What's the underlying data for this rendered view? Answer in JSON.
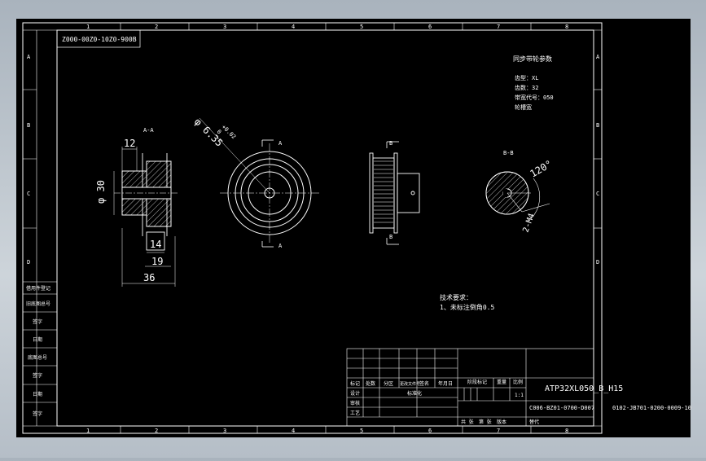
{
  "frame": {
    "top_numbers": [
      "1",
      "2",
      "3",
      "4",
      "5",
      "6",
      "7",
      "8"
    ],
    "bottom_numbers": [
      "1",
      "2",
      "3",
      "4",
      "5",
      "6",
      "7",
      "8"
    ],
    "left_letters": [
      "A",
      "B",
      "C",
      "D"
    ],
    "right_letters": [
      "A",
      "B",
      "C",
      "D"
    ]
  },
  "corner_code": "Z000-00Z0-10Z0-900B",
  "notes_title": "同步带轮参数",
  "notes_lines": [
    "齿型：XL",
    "齿数：32",
    "带宽代号：050",
    "轮槽宽"
  ],
  "tech_title": "技术要求：",
  "tech_line": "1、未标注倒角0.5",
  "section_aa": "A-A",
  "section_bb": "B-B",
  "dims": {
    "d12": "12",
    "d30": "φ 30",
    "d14": "14",
    "d19": "19",
    "d36": "36",
    "d635": "φ 6.35",
    "tol_upper": "+0.02",
    "tol_lower": "0",
    "angle": "120°",
    "m4": "2-M4"
  },
  "markers": {
    "a": "A",
    "b": "B"
  },
  "title_block": {
    "part_name": "ATP32XL050_B_H15",
    "drawing_no": "C006-BZ01-0700-D007",
    "scale": "1:1",
    "row_labels": [
      "标记",
      "处数",
      "分区",
      "更改文件号",
      "签名",
      "年月日"
    ],
    "side_labels": [
      "设计",
      "审核",
      "工艺"
    ],
    "std_label": "标准化",
    "weight_labels": [
      "阶段标记",
      "重量",
      "比例"
    ],
    "footer_labels": [
      "共 张",
      "第 张",
      "版本",
      "替代"
    ],
    "right_code": "0102-JB701-0200-0009-10"
  },
  "left_strip": [
    "借用件登记",
    "旧底图总号",
    "签字",
    "日期",
    "底图总号",
    "签字",
    "日期",
    "签字"
  ]
}
